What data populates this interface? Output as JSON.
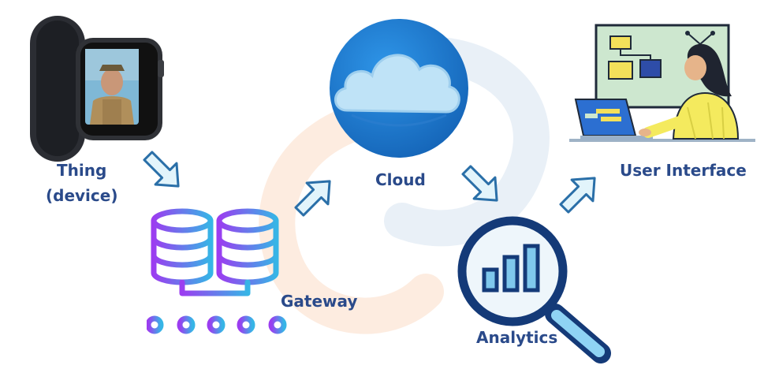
{
  "labels": {
    "thing_line1": "Thing",
    "thing_line2": "(device)",
    "cloud": "Cloud",
    "gateway": "Gateway",
    "analytics": "Analytics",
    "user_interface": "User Interface"
  },
  "colors": {
    "label": "#2a4a8a",
    "gateway_gradient_start": "#9b3df0",
    "gateway_gradient_end": "#36b5e6",
    "cloud_blue": "#1f7fd6",
    "analytics_navy": "#143a78",
    "arrow_fill": "#e2f4fb",
    "arrow_stroke": "#2a6fa8"
  },
  "icons": {
    "smartwatch": "smartwatch-icon",
    "gateway": "database-gateway-icon",
    "cloud": "cloud-icon",
    "analytics": "magnifier-chart-icon",
    "user_interface": "person-at-laptop-icon"
  }
}
